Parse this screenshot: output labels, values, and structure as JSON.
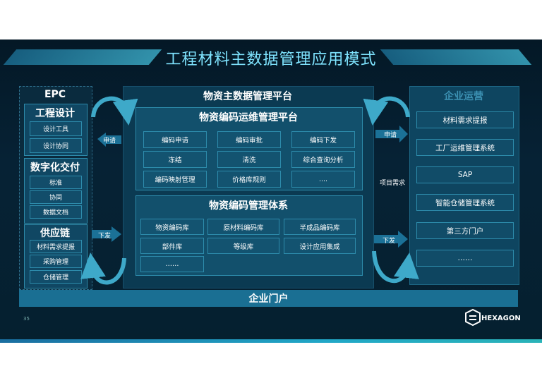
{
  "title": "工程材料主数据管理应用模式",
  "epc": {
    "header": "EPC",
    "groups": [
      {
        "title": "工程设计",
        "items": [
          "设计工具",
          "设计协同"
        ]
      },
      {
        "title": "数字化交付",
        "items": [
          "标准",
          "协同",
          "数据文档"
        ]
      },
      {
        "title": "供应链",
        "items": [
          "材料需求提报",
          "采购管理",
          "仓储管理"
        ]
      }
    ]
  },
  "platform": {
    "title": "物资主数据管理平台",
    "ops": {
      "title": "物资编码运维管理平台",
      "cells": [
        "编码申请",
        "编码审批",
        "编码下发",
        "冻结",
        "清洗",
        "综合查询分析",
        "编码映射管理",
        "价格库规则",
        "...."
      ]
    },
    "system": {
      "title": "物资编码管理体系",
      "cells": [
        "物资编码库",
        "原材料编码库",
        "半成品编码库",
        "部件库",
        "等级库",
        "设计应用集成",
        "……"
      ]
    }
  },
  "arrows": {
    "left_top": "申请",
    "left_bottom": "下发",
    "right_top": "申请",
    "right_bottom": "下发",
    "middle_note": "项目需求"
  },
  "enterprise": {
    "header": "企业运营",
    "items": [
      "材料需求提报",
      "工厂运维管理系统",
      "SAP",
      "智能仓储管理系统",
      "第三方门户",
      "……"
    ]
  },
  "portal": "企业门户",
  "page_number": "35",
  "brand": "HEXAGON",
  "colors": {
    "accent": "#7fe4ff",
    "panel": "#0b3a52",
    "border": "#2d8bab"
  }
}
